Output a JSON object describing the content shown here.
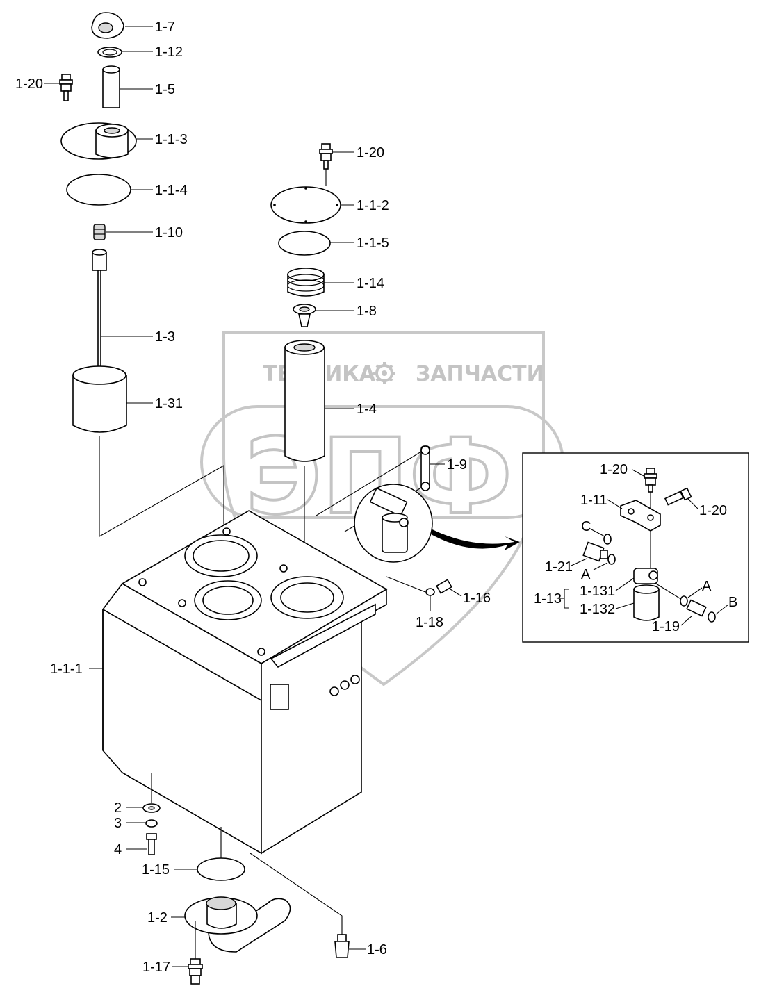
{
  "watermark": {
    "text_left": "ТЕХНИКА",
    "text_right": "ЗАПЧАСТИ",
    "logo": "ЭПФ"
  },
  "callouts": {
    "p1_7": "1-7",
    "p1_12": "1-12",
    "p1_20_top_left": "1-20",
    "p1_5": "1-5",
    "p1_1_3": "1-1-3",
    "p1_1_4": "1-1-4",
    "p1_10": "1-10",
    "p1_3": "1-3",
    "p1_31": "1-31",
    "p1_20_top_center": "1-20",
    "p1_1_2": "1-1-2",
    "p1_1_5": "1-1-5",
    "p1_14": "1-14",
    "p1_8": "1-8",
    "p1_4": "1-4",
    "p1_9": "1-9",
    "p1_16": "1-16",
    "p1_18": "1-18",
    "p1_1_1": "1-1-1",
    "p2": "2",
    "p3": "3",
    "p4": "4",
    "p1_15": "1-15",
    "p1_2": "1-2",
    "p1_17": "1-17",
    "p1_6": "1-6"
  },
  "detail_box": {
    "p1_20_a": "1-20",
    "p1_11": "1-11",
    "p1_20_b": "1-20",
    "c_mark": "C",
    "p1_21": "1-21",
    "a_mark_left": "A",
    "p1_13": "1-13",
    "p1_131": "1-131",
    "p1_132": "1-132",
    "a_mark_right": "A",
    "b_mark": "B",
    "p1_19": "1-19"
  },
  "icons": [
    "gear-icon"
  ]
}
